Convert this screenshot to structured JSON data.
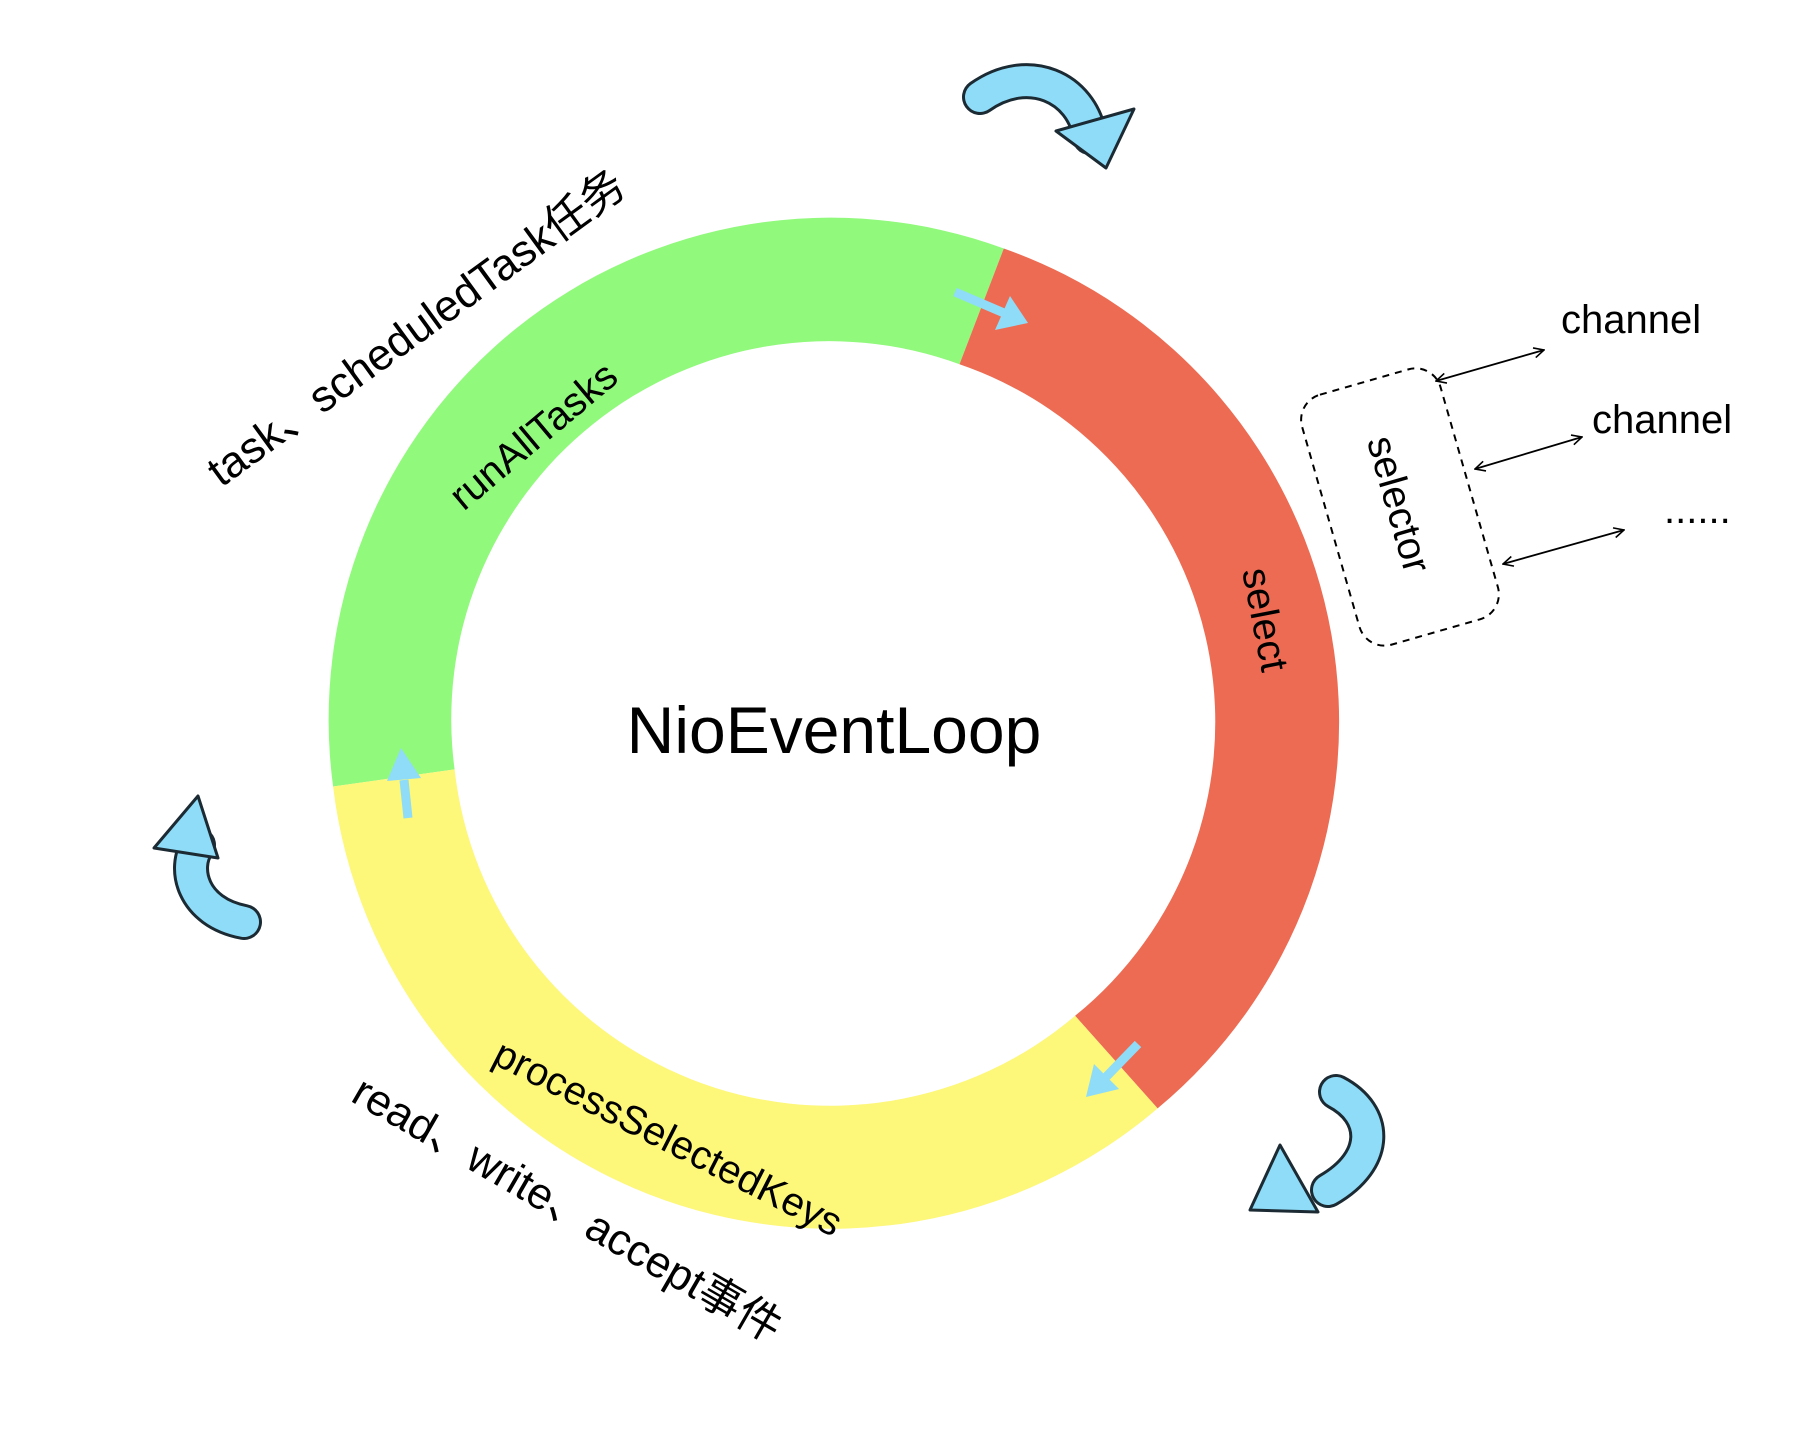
{
  "center_label": "NioEventLoop",
  "segments": {
    "run_all_tasks": {
      "label": "runAllTasks",
      "color": "#91f97c"
    },
    "select": {
      "label": "select",
      "color": "#ed6b52"
    },
    "process_selected_keys": {
      "label": "processSelectedKeys",
      "color": "#fdf77a"
    }
  },
  "outer_labels": {
    "tasks": "task、scheduledTask任务",
    "events": "read、write、accept事件"
  },
  "selector": {
    "label": "selector",
    "channels": [
      "channel",
      "channel",
      "......"
    ]
  },
  "colors": {
    "flow_arrow": "#8edcf7",
    "flow_arrow_outline": "#1b2a33"
  }
}
